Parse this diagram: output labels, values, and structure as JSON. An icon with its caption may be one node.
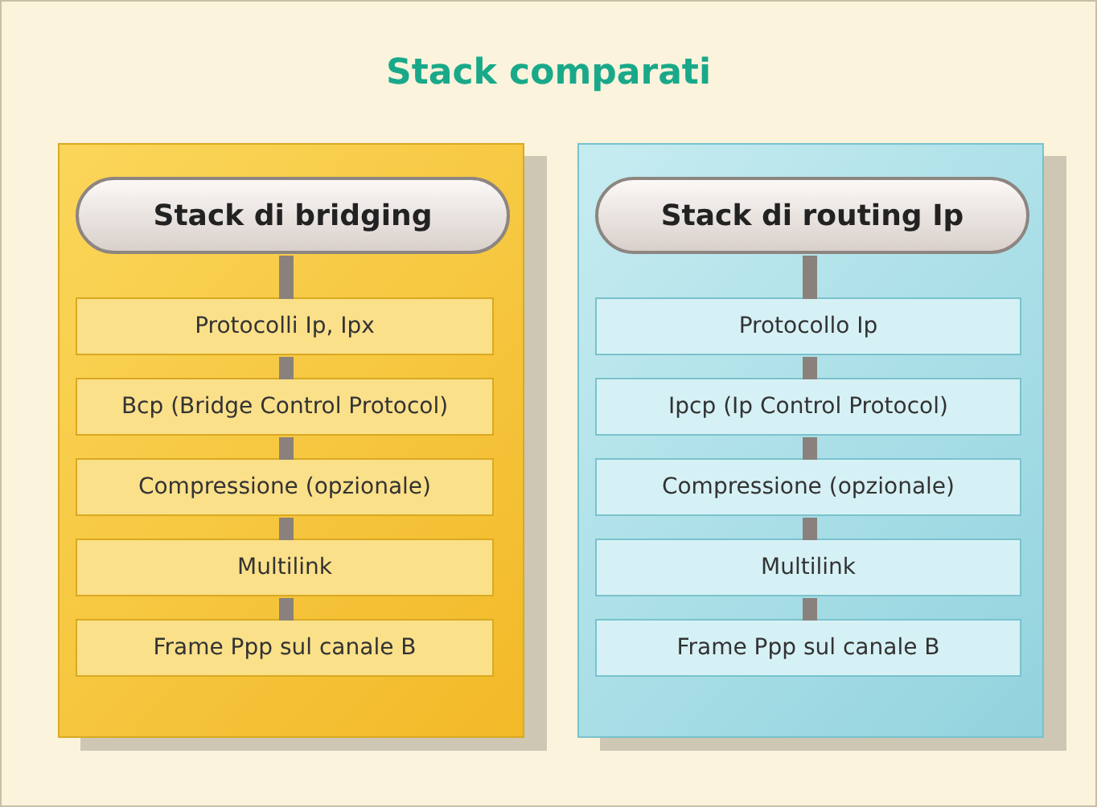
{
  "diagram": {
    "title": "Stack comparati",
    "nodes": [
      {
        "text": [],
        "shape": "box"
      },
      {
        "text": [
          "Stack di bridging"
        ],
        "in": 0
      },
      {
        "text": [
          "Protocolli Ip, Ipx"
        ],
        "in": 0
      },
      {
        "text": [
          "Bcp (Bridge Control Protocol)"
        ],
        "in": 0
      },
      {
        "text": [
          "Compressione (opzionale)"
        ],
        "in": 0
      },
      {
        "text": [
          "Multilink"
        ],
        "in": 0
      },
      {
        "text": [
          "Frame Ppp sul canale B"
        ],
        "in": 0
      },
      {
        "text": [],
        "shape": "box"
      },
      {
        "text": [
          "Stack di routing Ip"
        ],
        "in": 7
      },
      {
        "text": [
          "Protocollo Ip"
        ],
        "in": 7
      },
      {
        "text": [
          "Ipcp (Ip Control Protocol)"
        ],
        "in": 7
      },
      {
        "text": [
          "Compressione (opzionale)"
        ],
        "in": 7
      },
      {
        "text": [
          "Multilink"
        ],
        "in": 7
      },
      {
        "text": [
          "Frame Ppp sul canale B"
        ],
        "in": 7
      }
    ],
    "edges": [
      {
        "from": 1,
        "to": 2,
        "arrow": "none"
      },
      {
        "from": 2,
        "to": 3,
        "arrow": "none"
      },
      {
        "from": 3,
        "to": 4,
        "arrow": "none"
      },
      {
        "from": 4,
        "to": 5,
        "arrow": "none"
      },
      {
        "from": 5,
        "to": 6,
        "arrow": "none"
      },
      {
        "from": 8,
        "to": 9,
        "arrow": "none"
      },
      {
        "from": 9,
        "to": 10,
        "arrow": "none"
      },
      {
        "from": 10,
        "to": 11,
        "arrow": "none"
      },
      {
        "from": 11,
        "to": 12,
        "arrow": "none"
      },
      {
        "from": 12,
        "to": 13,
        "arrow": "none"
      }
    ]
  }
}
